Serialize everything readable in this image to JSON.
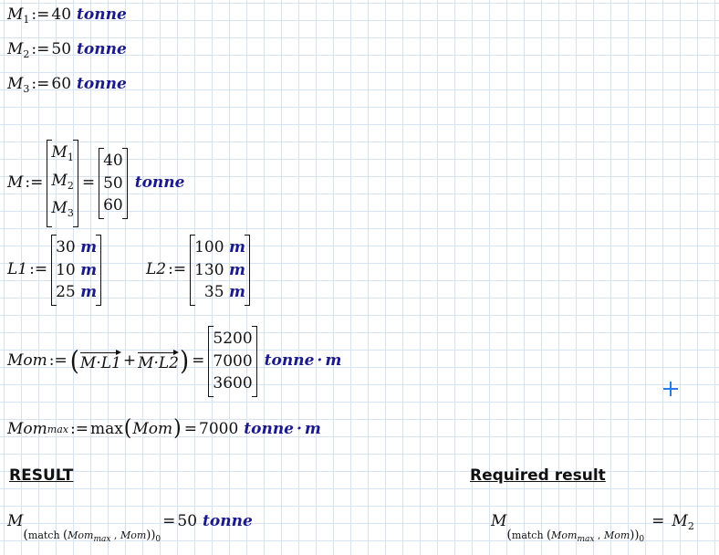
{
  "defs": [
    {
      "name": "M",
      "sub": "1",
      "value": "40",
      "unit": "tonne"
    },
    {
      "name": "M",
      "sub": "2",
      "value": "50",
      "unit": "tonne"
    },
    {
      "name": "M",
      "sub": "3",
      "value": "60",
      "unit": "tonne"
    }
  ],
  "assign": ":=",
  "equals": "=",
  "mvec": {
    "name": "M",
    "lhs": [
      {
        "name": "M",
        "sub": "1"
      },
      {
        "name": "M",
        "sub": "2"
      },
      {
        "name": "M",
        "sub": "3"
      }
    ],
    "rhs": [
      "40",
      "50",
      "60"
    ],
    "unit": "tonne"
  },
  "l1": {
    "name": "L1",
    "values": [
      "30",
      "10",
      "25"
    ],
    "unit": "m"
  },
  "l2": {
    "name": "L2",
    "values": [
      "100",
      "130",
      "35"
    ],
    "unit": "m"
  },
  "mom": {
    "name": "Mom",
    "expr_a": "M·L1",
    "plus": "+",
    "expr_b": "M·L2",
    "values": [
      "5200",
      "7000",
      "3600"
    ],
    "unit_a": "tonne",
    "dot": "·",
    "unit_b": "m"
  },
  "mommax": {
    "name": "Mom",
    "sub": "max",
    "func": "max",
    "arg": "Mom",
    "value": "7000",
    "unit_a": "tonne",
    "dot": "·",
    "unit_b": "m"
  },
  "result": {
    "heading": "RESULT",
    "name": "M",
    "sub_func": "match",
    "sub_arg1": "Mom",
    "sub_arg1_sub": "max",
    "sub_arg2": "Mom",
    "sub_index": "0",
    "value": "50",
    "unit": "tonne"
  },
  "required": {
    "heading": "Required result",
    "name": "M",
    "sub_func": "match",
    "sub_arg1": "Mom",
    "sub_arg1_sub": "max",
    "sub_arg2": "Mom",
    "sub_index": "0",
    "rhs_name": "M",
    "rhs_sub": "2"
  }
}
